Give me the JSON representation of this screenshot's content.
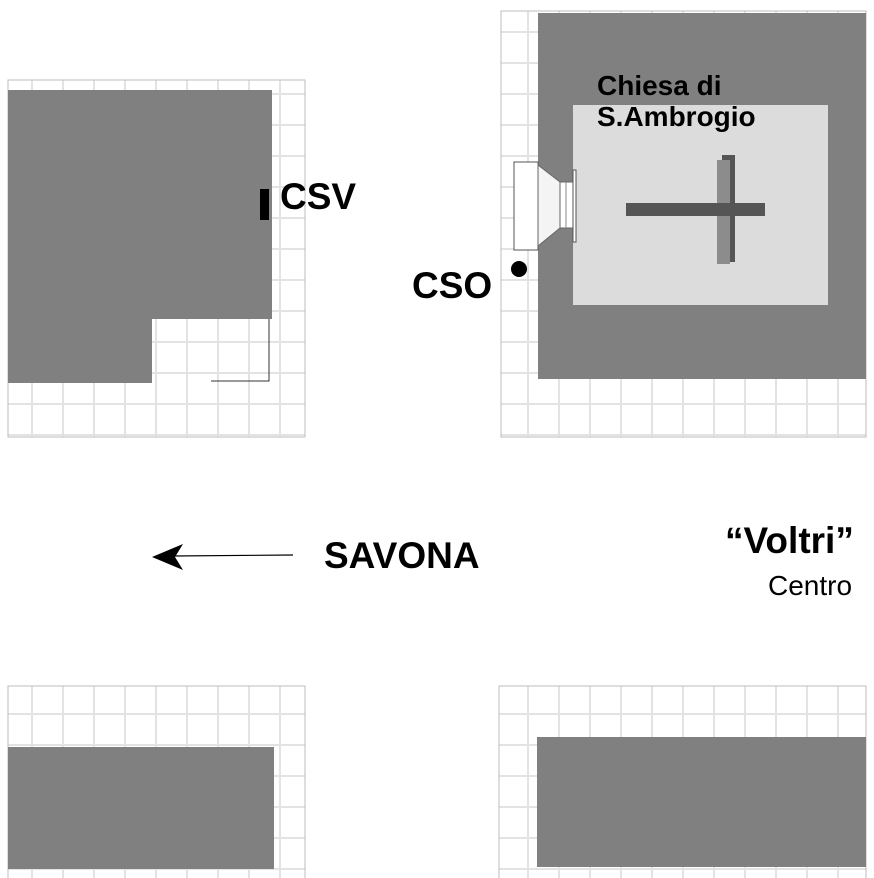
{
  "colors": {
    "background": "#ffffff",
    "block": "#808080",
    "church_interior": "#dcdcdc",
    "sidewalk_grid": "#e6e6e6",
    "cross_dark": "#555555",
    "cross_light": "#8c8c8c",
    "marker": "#000000"
  },
  "labels": {
    "church": [
      "Chiesa di",
      "S.Ambrogio"
    ],
    "csv": "CSV",
    "cso": "CSO",
    "direction": "SAVONA",
    "destination": "“Voltri”",
    "destination_sub": "Centro"
  },
  "icons": {
    "direction_arrow": "arrow-left-icon",
    "church_cross": "cross-icon",
    "cso_marker": "dot-marker-icon",
    "csv_marker": "bar-marker-icon"
  }
}
